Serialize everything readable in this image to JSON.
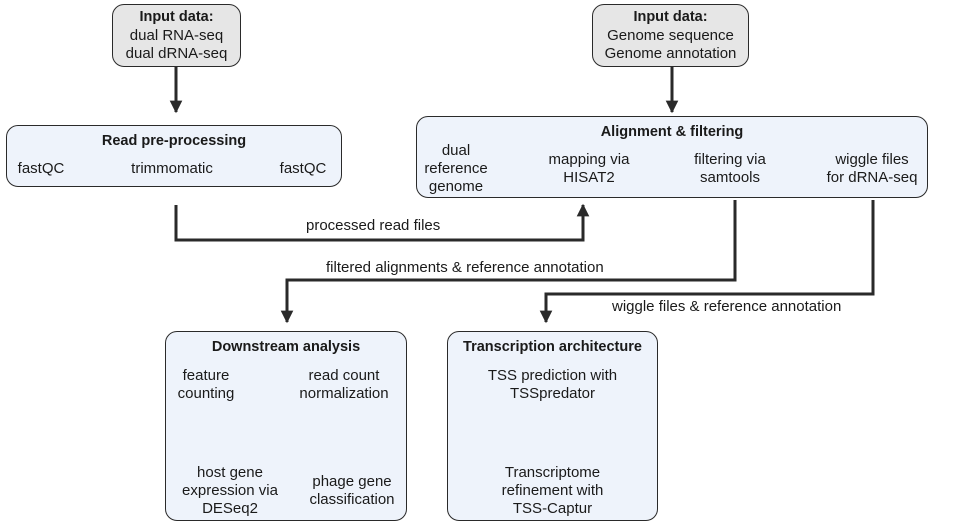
{
  "input_reads": {
    "title": "Input data:",
    "line1": "dual RNA-seq",
    "line2": "dual dRNA-seq"
  },
  "input_genome": {
    "title": "Input data:",
    "line1": "Genome sequence",
    "line2": "Genome annotation"
  },
  "preprocessing": {
    "title": "Read pre-processing",
    "step1": "fastQC",
    "step2": "trimmomatic",
    "step3": "fastQC"
  },
  "alignment": {
    "title": "Alignment & filtering",
    "ref1": "dual",
    "ref2": "reference",
    "ref3": "genome",
    "map1": "mapping via",
    "map2": "HISAT2",
    "filt1": "filtering via",
    "filt2": "samtools",
    "wig1": "wiggle files",
    "wig2": "for dRNA-seq"
  },
  "labels": {
    "processed": "processed read files",
    "filtered": "filtered alignments & reference annotation",
    "wiggle": "wiggle files & reference annotation"
  },
  "downstream": {
    "title": "Downstream analysis",
    "fc1": "feature",
    "fc2": "counting",
    "rc1": "read count",
    "rc2": "normalization",
    "host1": "host gene",
    "host2": "expression via",
    "host3": "DESeq2",
    "phage1": "phage gene",
    "phage2": "classification"
  },
  "transcription": {
    "title": "Transcription architecture",
    "tss1": "TSS prediction with",
    "tss2": "TSSpredator",
    "ref1": "Transcriptome",
    "ref2": "refinement with",
    "ref3": "TSS-Captur"
  },
  "colors": {
    "input_fill": "#e6e6e6",
    "stage_fill": "#eef3fb",
    "stroke": "#2a2a2a"
  }
}
